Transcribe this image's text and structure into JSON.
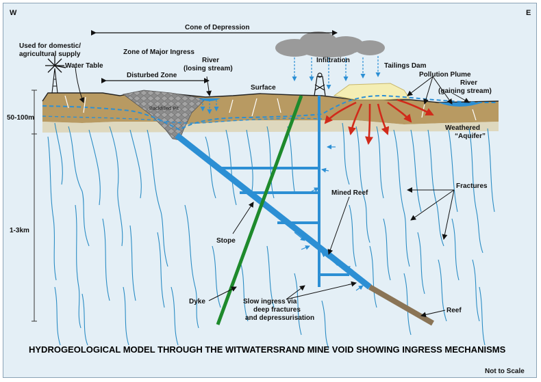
{
  "compass": {
    "west": "W",
    "east": "E"
  },
  "labels": {
    "cone_of_depression": "Cone of Depression",
    "used_for_line1": "Used for domestic/",
    "used_for_line2": "agricultural supply",
    "zone_major_ingress": "Zone of Major Ingress",
    "water_table": "Water Table",
    "disturbed_zone": "Disturbed Zone",
    "river_losing_line1": "River",
    "river_losing_line2": "(losing stream)",
    "infiltration": "Infiltration",
    "tailings_dam": "Tailings Dam",
    "pollution_plume": "Pollution Plume",
    "river_gaining_line1": "River",
    "river_gaining_line2": "(gaining stream)",
    "surface": "Surface",
    "backfilled_pit": "Backfilled Pit",
    "weathered_line1": "Weathered",
    "weathered_line2": "“Aquifer”",
    "fractures": "Fractures",
    "mined_reef": "Mined Reef",
    "stope": "Stope",
    "dyke": "Dyke",
    "slow_ingress_line1": "Slow ingress via",
    "slow_ingress_line2": "deep fractures",
    "slow_ingress_line3": "and depressurisation",
    "reef": "Reef",
    "depth_shallow": "50-100m",
    "depth_deep": "1-3km"
  },
  "title": "HYDROGEOLOGICAL MODEL THROUGH THE WITWATERSRAND MINE VOID SHOWING INGRESS MECHANISMS",
  "footnote": "Not to Scale",
  "colors": {
    "background": "#e4eff6",
    "weathered_zone": "#b89a62",
    "water": "#2c8fd4",
    "fracture": "#2a8cc4",
    "dyke": "#1e8a2c",
    "reef": "#8a7456",
    "plume_arrow": "#d12a1a",
    "tailings": "#f4eeb4",
    "pit": "#9a9a9a"
  }
}
